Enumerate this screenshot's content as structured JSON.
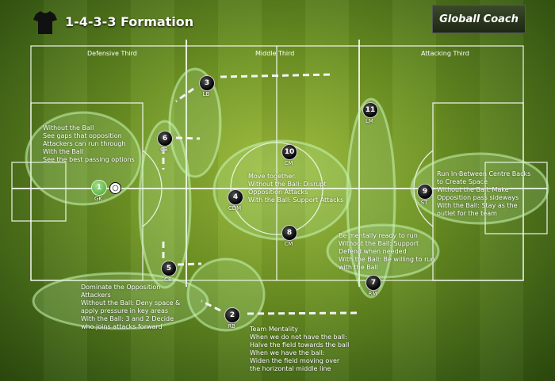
{
  "header": {
    "title": "1-4-3-3 Formation",
    "logo": "Globall Coach"
  },
  "thirds": [
    "Defensive Third",
    "Middle Third",
    "Attacking Third"
  ],
  "players": [
    {
      "num": "1",
      "pos": "GK"
    },
    {
      "num": "3",
      "pos": "LB"
    },
    {
      "num": "6",
      "pos": "CB"
    },
    {
      "num": "5",
      "pos": "CB"
    },
    {
      "num": "2",
      "pos": "RB"
    },
    {
      "num": "4",
      "pos": "CDM"
    },
    {
      "num": "10",
      "pos": "CM"
    },
    {
      "num": "8",
      "pos": "CM"
    },
    {
      "num": "11",
      "pos": "LM"
    },
    {
      "num": "7",
      "pos": "RM"
    },
    {
      "num": "9",
      "pos": "ST"
    }
  ],
  "notes": {
    "gk": [
      "Without the Ball",
      "See gaps that opposition",
      "Attackers can run through",
      "With the Ball",
      "See the best passing options"
    ],
    "mid": [
      "Move together.",
      "Without the Ball: Disrupt",
      "Opposition Attacks",
      "With the Ball: Support Attacks"
    ],
    "st": [
      "Run In-Between Centre Backs",
      "to Create Space",
      "Without the Ball: Make",
      "Opposition pass sideways",
      "With the Ball: Stay as the",
      "outlet for the team"
    ],
    "wing": [
      "Be mentally ready to run",
      "Without the Ball: Support",
      "Defend when needed",
      "With the Ball: Be willing to run",
      "with the Ball"
    ],
    "def": [
      "Dominate the Opposition",
      "Attackers",
      "Without the Ball: Deny space &",
      "apply pressure in key areas",
      "With the Ball: 3 and 2 Decide",
      "who joins attacks forward"
    ],
    "team": [
      "Team Mentality",
      "When we do not have the ball:",
      "Halve the field towards the ball",
      "When we have the ball:",
      "Widen the field moving over",
      "the horizontal middle line"
    ]
  }
}
